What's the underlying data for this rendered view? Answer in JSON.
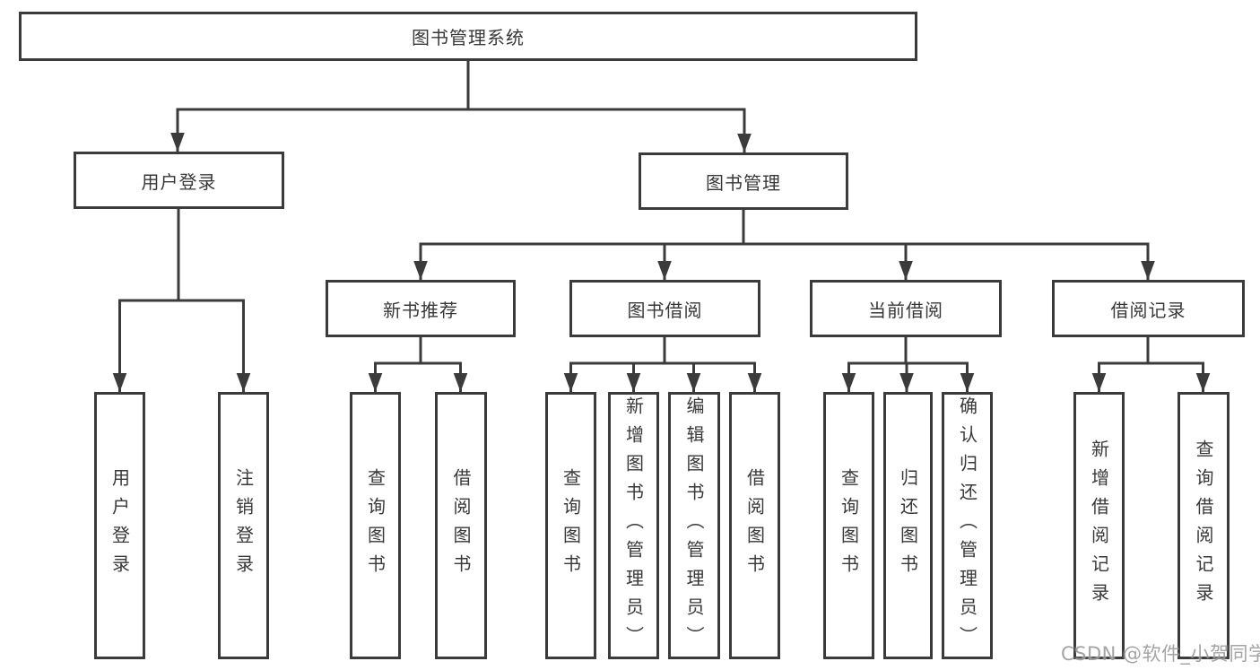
{
  "diagram_title": "图书管理系统",
  "colors": {
    "line": "#3b3b3b",
    "text": "#383838",
    "watermark": "#8a8a8a",
    "background": "#ffffff"
  },
  "nodes": {
    "root": "图书管理系统",
    "level2": [
      "用户登录",
      "图书管理"
    ],
    "level3": [
      "新书推荐",
      "图书借阅",
      "当前借阅",
      "借阅记录"
    ],
    "leaves": [
      "用户登录",
      "注销登录",
      "查询图书",
      "借阅图书",
      "查询图书",
      "新增图书（管理员）",
      "编辑图书（管理员）",
      "借阅图书",
      "查询图书",
      "归还图书",
      "确认归还（管理员）",
      "新增借阅记录",
      "查询借阅记录"
    ]
  },
  "watermark": "CSDN @软件_小贺同学"
}
